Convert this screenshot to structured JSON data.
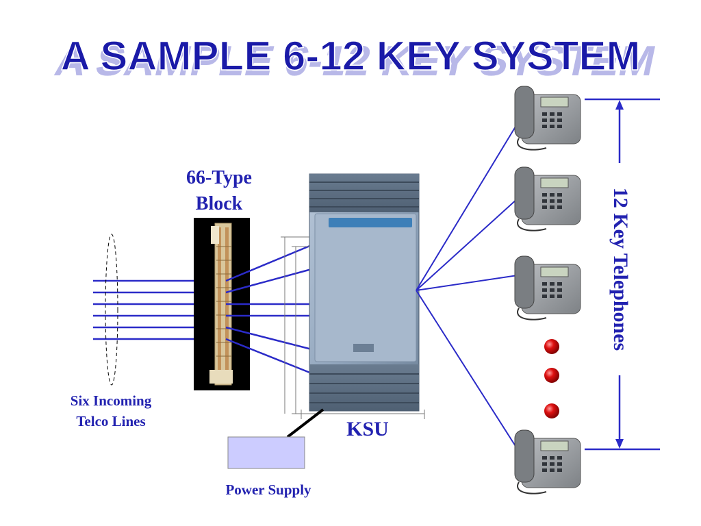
{
  "title": "A SAMPLE 6-12 KEY SYSTEM",
  "labels": {
    "block": [
      "66-Type",
      "Block"
    ],
    "incoming": [
      "Six Incoming",
      "Telco Lines"
    ],
    "ksu": "KSU",
    "power": "Power Supply",
    "telephones": "12 Key Telephones"
  },
  "colors": {
    "wire": "#2b2bc8",
    "label": "#2222b0",
    "title": "#1a1aa8",
    "ksu_body": "#8c9eb4",
    "power_box": "#ccccff",
    "dot": "#cc0000"
  },
  "icons": {
    "telephone": "telephone-icon",
    "punch_block": "punch-block-icon",
    "ksu": "ksu-cabinet-icon",
    "ellipsis": "red-dot-icon"
  }
}
